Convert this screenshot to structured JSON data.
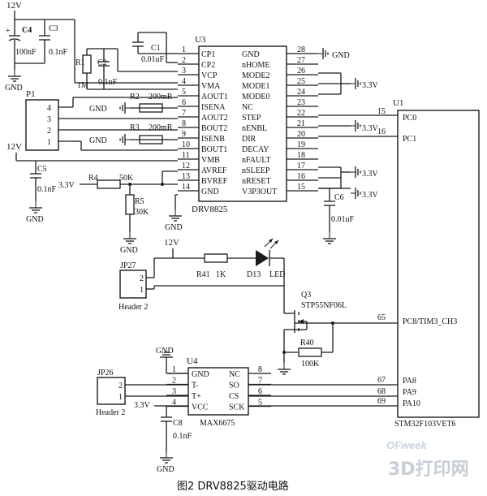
{
  "caption": "图2 DRV8825驱动电路",
  "watermark": {
    "brand": "OFweek",
    "site": "3D打印网"
  },
  "power": {
    "v12": "12V",
    "v33": "3.3V",
    "gnd": "GND"
  },
  "parts": {
    "C4": {
      "ref": "C4",
      "value": "100nF"
    },
    "C3": {
      "ref": "C3",
      "value": "0.1nF"
    },
    "C1": {
      "ref": "C1",
      "value": "0.01uF"
    },
    "R1": {
      "ref": "R1",
      "value": "1M"
    },
    "C2": {
      "ref": "C2",
      "value": "0.1nF"
    },
    "R2": {
      "ref": "R2",
      "value": "200mR"
    },
    "R3": {
      "ref": "R3",
      "value": "200mR"
    },
    "C5": {
      "ref": "C5",
      "value": "0.1nF"
    },
    "R4": {
      "ref": "R4",
      "value": "50K"
    },
    "R5": {
      "ref": "R5",
      "value": "30K"
    },
    "C6": {
      "ref": "C6",
      "value": "0.01uF"
    },
    "R41": {
      "ref": "R41",
      "value": "1K"
    },
    "D13": {
      "ref": "D13",
      "value": "LED"
    },
    "Q3": {
      "ref": "Q3",
      "value": "STP55NF06L"
    },
    "R40": {
      "ref": "R40",
      "value": "100K"
    },
    "C8": {
      "ref": "C8",
      "value": "0.1nF"
    },
    "P1": {
      "ref": "P1"
    },
    "JP27": {
      "ref": "JP27",
      "name": "Header 2"
    },
    "JP26": {
      "ref": "JP26",
      "name": "Header 2"
    }
  },
  "P1_pins": [
    "4",
    "3",
    "2",
    "1"
  ],
  "header_pins": [
    "2",
    "1"
  ],
  "U3": {
    "ref": "U3",
    "part": "DRV8825",
    "left": [
      {
        "num": "1",
        "name": "CP1"
      },
      {
        "num": "2",
        "name": "CP2"
      },
      {
        "num": "3",
        "name": "VCP"
      },
      {
        "num": "4",
        "name": "VMA"
      },
      {
        "num": "5",
        "name": "AOUT1"
      },
      {
        "num": "6",
        "name": "ISENA"
      },
      {
        "num": "7",
        "name": "AOUT2"
      },
      {
        "num": "8",
        "name": "BOUT2"
      },
      {
        "num": "9",
        "name": "ISENB"
      },
      {
        "num": "10",
        "name": "BOUT1"
      },
      {
        "num": "11",
        "name": "VMB"
      },
      {
        "num": "12",
        "name": "AVREF"
      },
      {
        "num": "13",
        "name": "BVREF"
      },
      {
        "num": "14",
        "name": "GND"
      }
    ],
    "right": [
      {
        "num": "28",
        "name": "GND"
      },
      {
        "num": "27",
        "name": "nHOME"
      },
      {
        "num": "26",
        "name": "MODE2"
      },
      {
        "num": "25",
        "name": "MODE1"
      },
      {
        "num": "24",
        "name": "MODE0"
      },
      {
        "num": "23",
        "name": "NC"
      },
      {
        "num": "22",
        "name": "STEP"
      },
      {
        "num": "21",
        "name": "nENBL"
      },
      {
        "num": "20",
        "name": "DIR"
      },
      {
        "num": "19",
        "name": "DECAY"
      },
      {
        "num": "18",
        "name": "nFAULT"
      },
      {
        "num": "17",
        "name": "nSLEEP"
      },
      {
        "num": "16",
        "name": "nRESET"
      },
      {
        "num": "15",
        "name": "V3P3OUT"
      }
    ]
  },
  "U1": {
    "ref": "U1",
    "part": "STM32F103VET6",
    "pins": [
      {
        "num": "15",
        "name": "PC0"
      },
      {
        "num": "16",
        "name": "PC1"
      },
      {
        "num": "65",
        "name": "PC8/TIM3_CH3"
      },
      {
        "num": "67",
        "name": "PA8"
      },
      {
        "num": "68",
        "name": "PA9"
      },
      {
        "num": "69",
        "name": "PA10"
      }
    ]
  },
  "U4": {
    "ref": "U4",
    "part": "MAX6675",
    "left": [
      {
        "num": "1",
        "name": "GND"
      },
      {
        "num": "2",
        "name": "T-"
      },
      {
        "num": "3",
        "name": "T+"
      },
      {
        "num": "4",
        "name": "VCC"
      }
    ],
    "right": [
      {
        "num": "8",
        "name": "NC"
      },
      {
        "num": "7",
        "name": "SO"
      },
      {
        "num": "6",
        "name": "CS"
      },
      {
        "num": "5",
        "name": "SCK"
      }
    ]
  }
}
